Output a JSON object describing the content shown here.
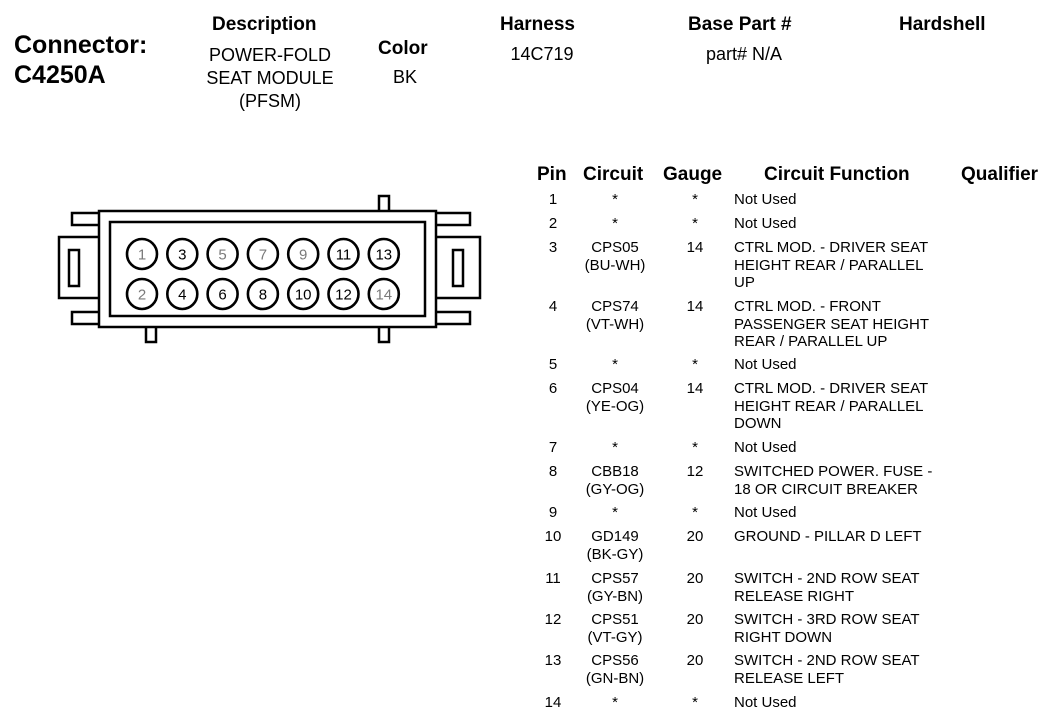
{
  "connector": {
    "label": "Connector:",
    "id": "C4250A"
  },
  "header": {
    "description_label": "Description",
    "description_value": [
      "POWER-FOLD",
      "SEAT MODULE",
      "(PFSM)"
    ],
    "color_label": "Color",
    "color_value": "BK",
    "harness_label": "Harness",
    "harness_value": "14C719",
    "base_part_label": "Base Part #",
    "base_part_value": "part# N/A",
    "hardshell_label": "Hardshell"
  },
  "table": {
    "columns": [
      "Pin",
      "Circuit",
      "Gauge",
      "Circuit Function",
      "Qualifier"
    ],
    "rows": [
      {
        "pin": "1",
        "circuit": "*",
        "circuit2": "",
        "gauge": "*",
        "function": "Not Used"
      },
      {
        "pin": "2",
        "circuit": "*",
        "circuit2": "",
        "gauge": "*",
        "function": "Not Used"
      },
      {
        "pin": "3",
        "circuit": "CPS05",
        "circuit2": "(BU-WH)",
        "gauge": "14",
        "function": "CTRL MOD. - DRIVER SEAT\nHEIGHT REAR / PARALLEL\nUP"
      },
      {
        "pin": "4",
        "circuit": "CPS74",
        "circuit2": "(VT-WH)",
        "gauge": "14",
        "function": "CTRL MOD. - FRONT\nPASSENGER SEAT HEIGHT\nREAR / PARALLEL UP"
      },
      {
        "pin": "5",
        "circuit": "*",
        "circuit2": "",
        "gauge": "*",
        "function": "Not Used"
      },
      {
        "pin": "6",
        "circuit": "CPS04",
        "circuit2": "(YE-OG)",
        "gauge": "14",
        "function": "CTRL MOD. - DRIVER SEAT\nHEIGHT REAR / PARALLEL\nDOWN"
      },
      {
        "pin": "7",
        "circuit": "*",
        "circuit2": "",
        "gauge": "*",
        "function": "Not Used"
      },
      {
        "pin": "8",
        "circuit": "CBB18",
        "circuit2": "(GY-OG)",
        "gauge": "12",
        "function": "SWITCHED POWER. FUSE -\n18 OR CIRCUIT BREAKER"
      },
      {
        "pin": "9",
        "circuit": "*",
        "circuit2": "",
        "gauge": "*",
        "function": "Not Used"
      },
      {
        "pin": "10",
        "circuit": "GD149",
        "circuit2": "(BK-GY)",
        "gauge": "20",
        "function": "GROUND - PILLAR D LEFT"
      },
      {
        "pin": "11",
        "circuit": "CPS57",
        "circuit2": "(GY-BN)",
        "gauge": "20",
        "function": "SWITCH - 2ND ROW SEAT\nRELEASE RIGHT"
      },
      {
        "pin": "12",
        "circuit": "CPS51",
        "circuit2": "(VT-GY)",
        "gauge": "20",
        "function": "SWITCH - 3RD ROW SEAT\nRIGHT DOWN"
      },
      {
        "pin": "13",
        "circuit": "CPS56",
        "circuit2": "(GN-BN)",
        "gauge": "20",
        "function": "SWITCH - 2ND ROW SEAT\nRELEASE LEFT"
      },
      {
        "pin": "14",
        "circuit": "*",
        "circuit2": "",
        "gauge": "*",
        "function": "Not Used"
      }
    ]
  },
  "diagram": {
    "top_row": [
      "1",
      "3",
      "5",
      "7",
      "9",
      "11",
      "13"
    ],
    "bottom_row": [
      "2",
      "4",
      "6",
      "8",
      "10",
      "12",
      "14"
    ],
    "used_pins": [
      "3",
      "4",
      "6",
      "8",
      "10",
      "11",
      "12",
      "13"
    ]
  }
}
